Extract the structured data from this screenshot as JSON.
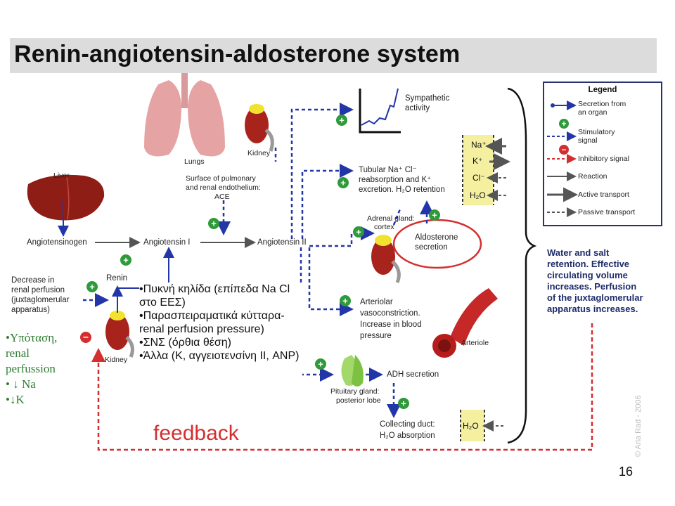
{
  "title": "Renin-angiotensin-aldosterone system",
  "labels": {
    "liver": "Liver",
    "lungs": "Lungs",
    "kidney_top": "Kidney",
    "kidney_left": "Kidney",
    "surface_line1": "Surface of pulmonary",
    "surface_line2": "and renal endothelium:",
    "surface_line3": "ACE",
    "sympathetic_line1": "Sympathetic",
    "sympathetic_line2": "activity",
    "angiotensinogen": "Angiotensinogen",
    "angiotensin1": "Angiotensin I",
    "angiotensin2": "Angiotensin II",
    "renin": "Renin",
    "decrease_line1": "Decrease in",
    "decrease_line2": "renal perfusion",
    "decrease_line3": "(juxtaglomerular",
    "decrease_line4": "apparatus)",
    "tubular_line1": "Tubular Na⁺ Cl⁻",
    "tubular_line2": "reabsorption and K⁺",
    "tubular_line3": "excretion. H₂O retention",
    "adrenal_line1": "Adrenal gland:",
    "adrenal_line2": "cortex",
    "aldosterone_line1": "Aldosterone",
    "aldosterone_line2": "secretion",
    "arteriolar_line1": "Arteriolar",
    "arteriolar_line2": "vasoconstriction.",
    "arteriolar_line3": "Increase in blood",
    "arteriolar_line4": "pressure",
    "arteriole": "Arteriole",
    "adh": "ADH secretion",
    "pituitary_line1": "Pituitary gland:",
    "pituitary_line2": "posterior lobe",
    "collecting_line1": "Collecting duct:",
    "collecting_line2": "H₂O absorption",
    "h2o_box": "H₂O",
    "retention_line1": "Water and salt",
    "retention_line2": "retention. Effective",
    "retention_line3": "circulating volume",
    "retention_line4": "increases. Perfusion",
    "retention_line5": "of the juxtaglomerular",
    "retention_line6": "apparatus increases."
  },
  "ions": [
    "Na⁺",
    "K⁺",
    "Cl⁻",
    "H₂O"
  ],
  "legend": {
    "title": "Legend",
    "items": [
      {
        "label_line1": "Secretion from",
        "label_line2": "an organ"
      },
      {
        "label_line1": "Stimulatory",
        "label_line2": "signal"
      },
      {
        "label_line1": "Inhibitory signal",
        "label_line2": ""
      },
      {
        "label_line1": "Reaction",
        "label_line2": ""
      },
      {
        "label_line1": "Active transport",
        "label_line2": ""
      },
      {
        "label_line1": "Passive transport",
        "label_line2": ""
      }
    ]
  },
  "greek_left": [
    "•Υπόταση,",
    " renal",
    " perfussion",
    "• ↓ Na",
    "•↓K"
  ],
  "textbox": [
    "•Πυκνή κηλίδα (επίπεδα Na Cl στο ΕΕΣ)",
    "•Παρασπειραματικά κύτταρα- renal perfusion pressure)",
    "•ΣΝΣ (όρθια θέση)",
    "•Άλλα (K, αγγειοτενσίνη ΙΙ, ANP)"
  ],
  "feedback": "feedback",
  "page_number": "16",
  "copyright": "© Aria Rad - 2006",
  "colors": {
    "blue": "#2336a8",
    "red": "#d32f2f",
    "green": "#2e9a3a",
    "organ_red": "#a8231c",
    "lung_pink": "#e6a3a3",
    "ion_yellow": "#f4f0a0"
  }
}
